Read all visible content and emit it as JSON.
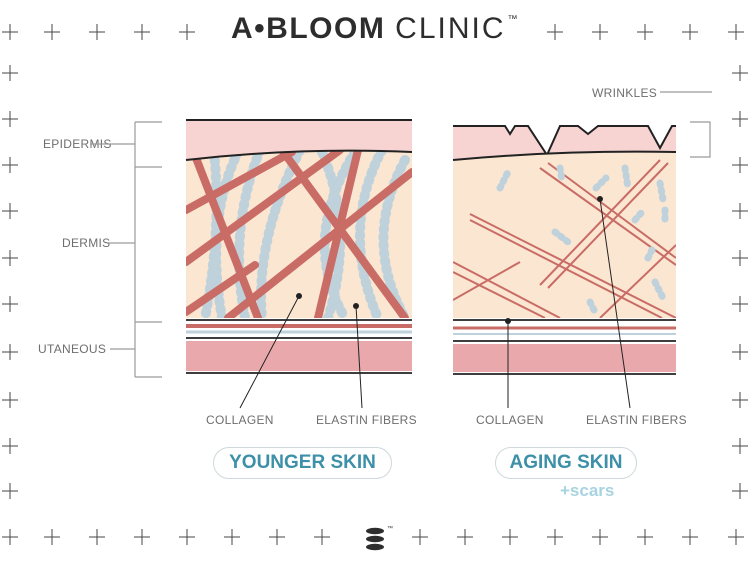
{
  "brand": {
    "name_bold": "A•BLOOM",
    "name_light": "CLINIC",
    "trademark": "™"
  },
  "layers": {
    "epidermis": "EPIDERMIS",
    "dermis": "DERMIS",
    "subcutaneous": "UTANEOUS"
  },
  "wrinkles_label": "WRINKLES",
  "younger": {
    "title": "YOUNGER SKIN",
    "collagen": "COLLAGEN",
    "elastin": "ELASTIN FIBERS"
  },
  "aging": {
    "title": "AGING SKIN",
    "collagen": "COLLAGEN",
    "elastin": "ELASTIN FIBERS",
    "extra": "+scars"
  },
  "colors": {
    "epidermis": "#f7d4d2",
    "dermis": "#fbe6d2",
    "collagen": "#c96c66",
    "elastin": "#bfd2dc",
    "subcutaneous": "#e9a9ac",
    "accent": "#3d90a8",
    "scars": "#a8d3e0"
  },
  "icons": [
    "plus-icon",
    "stack-logo-icon"
  ]
}
